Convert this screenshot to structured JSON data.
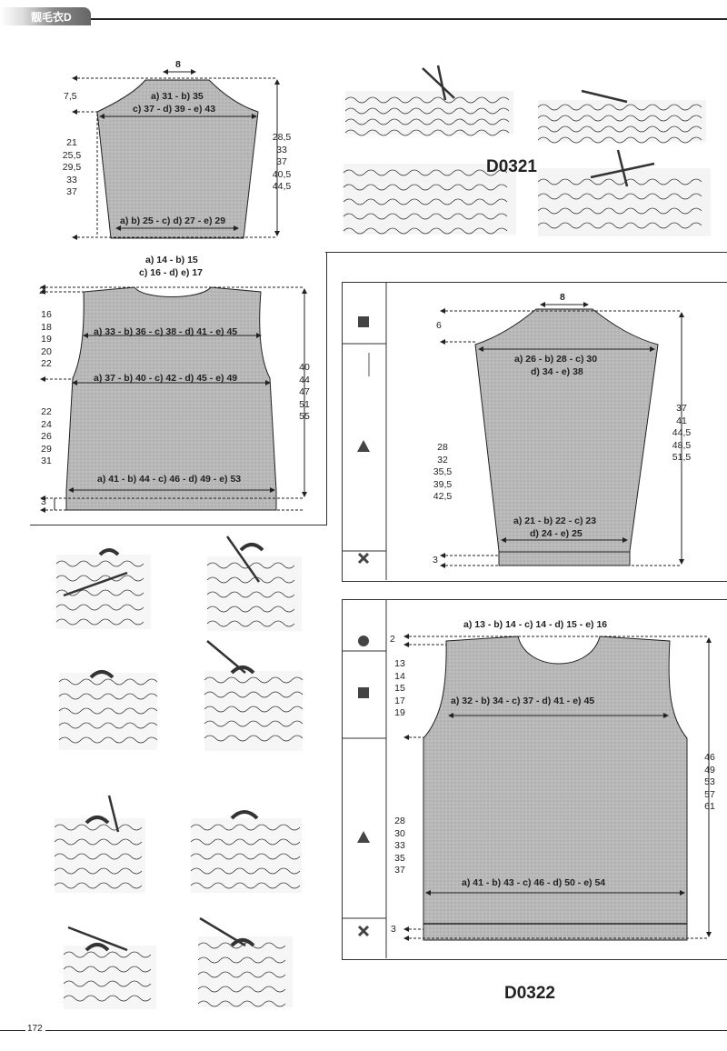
{
  "header": {
    "tab_label": "靓毛衣D"
  },
  "footer": {
    "page_number": "172"
  },
  "codes": {
    "d0321": "D0321",
    "d0322": "D0322"
  },
  "sleeve1": {
    "top_width": "8",
    "cap_height": "7,5",
    "cap_widths": "a) 31 - b) 35",
    "cap_widths2": "c) 37 - d) 39 - e) 43",
    "side_lengths": [
      "21",
      "25,5",
      "29,5",
      "33",
      "37"
    ],
    "total_lengths": [
      "28,5",
      "33",
      "37",
      "40,5",
      "44,5"
    ],
    "bottom_widths": "a) b) 25 - c) d) 27 - e) 29"
  },
  "body1": {
    "neck_widths": "a) 14 - b) 15",
    "neck_widths2": "c) 16 - d) e) 17",
    "shoulder_drop": "2",
    "armhole_heights": [
      "16",
      "18",
      "19",
      "20",
      "22"
    ],
    "chest_widths": "a) 33 - b) 36 - c) 38 - d) 41 - e) 45",
    "under_arm_widths": "a) 37 - b) 40 - c) 42 - d) 45 - e) 49",
    "lower_heights": [
      "22",
      "24",
      "26",
      "29",
      "31"
    ],
    "total_lengths": [
      "40",
      "44",
      "47",
      "51",
      "55"
    ],
    "hem_widths": "a) 41 - b) 44 - c) 46 - d) 49 - e) 53",
    "hem_height": "3"
  },
  "sleeve2": {
    "top_width": "8",
    "cap_height": "6",
    "cap_widths": "a) 26 - b) 28 - c) 30",
    "cap_widths2": "d) 34 - e) 38",
    "side_lengths": [
      "28",
      "32",
      "35,5",
      "39,5",
      "42,5"
    ],
    "total_lengths": [
      "37",
      "41",
      "44,5",
      "48,5",
      "51,5"
    ],
    "cuff_widths": "a) 21 - b) 22 - c) 23",
    "cuff_widths2": "d) 24 - e) 25",
    "cuff_height": "3"
  },
  "body2": {
    "neck_widths": "a) 13 - b) 14 - c) 14 - d) 15 - e) 16",
    "shoulder_drop": "2",
    "armhole_heights": [
      "13",
      "14",
      "15",
      "17",
      "19"
    ],
    "chest_widths": "a) 32 - b) 34 - c) 37 - d) 41 - e) 45",
    "lower_heights": [
      "28",
      "30",
      "33",
      "35",
      "37"
    ],
    "total_lengths": [
      "46",
      "49",
      "53",
      "57",
      "61"
    ],
    "hem_widths": "a) 41 - b) 43 - c) 46 - d) 50 - e) 54",
    "hem_height": "3"
  },
  "colors": {
    "fabric": "#b9b9b9",
    "line": "#222222"
  }
}
